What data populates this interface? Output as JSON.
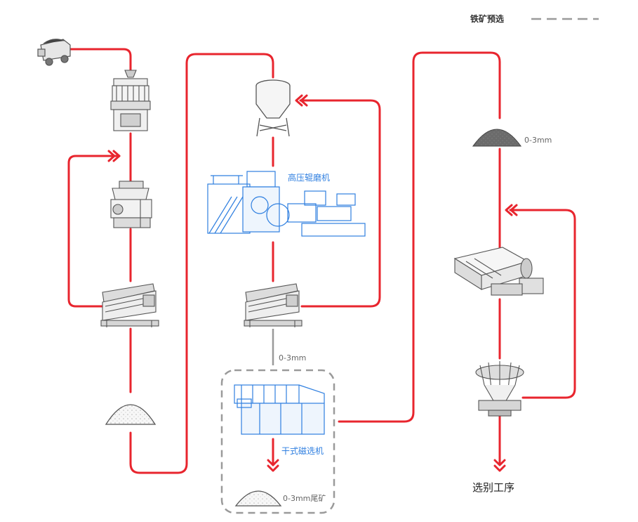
{
  "legend": {
    "label": "铁矿预选"
  },
  "labels": {
    "hpgr": "高压辊磨机",
    "dry_magnetic": "干式磁选机",
    "size_a": "0-3mm",
    "size_b": "0-3mm",
    "tailings": "0-3mm尾矿",
    "next_process": "选别工序"
  },
  "colors": {
    "flow_line": "#e8252e",
    "highlight_equipment": "#2f7fe0",
    "grey_equipment": "#555555",
    "dashed": "#9a9a9a"
  },
  "equipment": [
    "dump-truck",
    "cone-crusher-primary",
    "cone-crusher-secondary",
    "vibrating-screen-left",
    "sand-pile-left",
    "silo",
    "high-pressure-grinding-roll",
    "vibrating-screen-middle",
    "dry-magnetic-separator",
    "tailings-pile",
    "ore-pile-right",
    "ball-mill",
    "hydrocyclone"
  ]
}
